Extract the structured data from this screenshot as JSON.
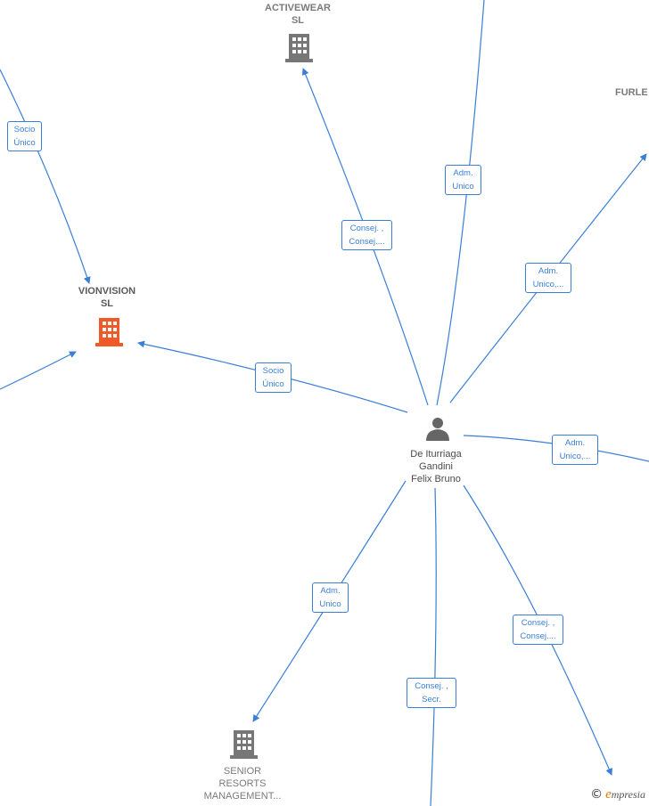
{
  "colors": {
    "edge": "#3a7fd5",
    "company_gray": "#777777",
    "company_highlight": "#f05a28",
    "person": "#666666"
  },
  "nodes": {
    "activewear": {
      "lines": [
        "ACTIVEWEAR",
        "SL"
      ],
      "icon": "building-icon"
    },
    "furle": {
      "lines": [
        "FURLE"
      ],
      "icon": "building-icon"
    },
    "vionvision": {
      "lines": [
        "VIONVISION",
        "SL"
      ],
      "icon": "building-icon"
    },
    "person": {
      "lines": [
        "De Iturriaga",
        "Gandini",
        "Felix Bruno"
      ],
      "icon": "person-icon"
    },
    "senior": {
      "lines": [
        "SENIOR",
        "RESORTS",
        "MANAGEMENT..."
      ],
      "icon": "building-icon"
    }
  },
  "edge_labels": {
    "socio_top": [
      "Socio",
      "Único"
    ],
    "adm_top": [
      "Adm.",
      "Unico"
    ],
    "consej_top": [
      "Consej. ,",
      "Consej...."
    ],
    "adm_furle": [
      "Adm.",
      "Unico,..."
    ],
    "socio_vion": [
      "Socio",
      "Único"
    ],
    "adm_right": [
      "Adm.",
      "Unico,..."
    ],
    "adm_senior": [
      "Adm.",
      "Unico"
    ],
    "consej_secr": [
      "Consej. ,",
      "Secr."
    ],
    "consej_bottom": [
      "Consej. ,",
      "Consej...."
    ]
  },
  "footer": {
    "copyright_symbol": "©",
    "brand_initial": "e",
    "brand_rest": "mpresia"
  }
}
